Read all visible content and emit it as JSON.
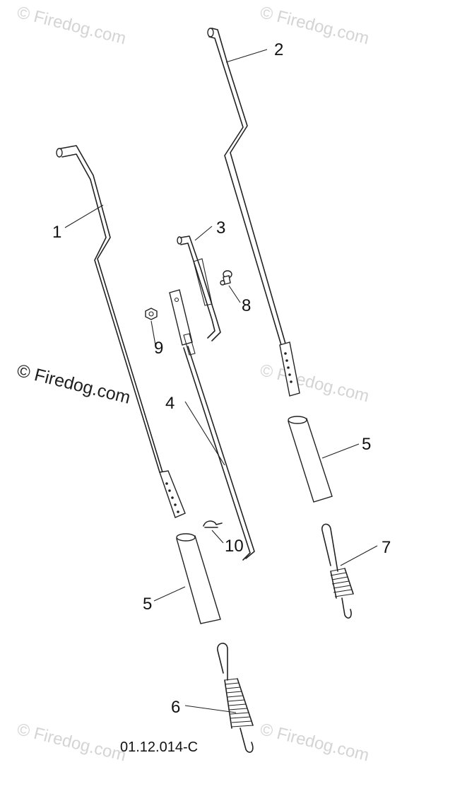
{
  "watermark": {
    "text": "© Firedog.com"
  },
  "drawing_code": "01.12.014-C",
  "callouts": [
    "1",
    "2",
    "3",
    "4",
    "5",
    "5",
    "6",
    "7",
    "8",
    "9",
    "10"
  ],
  "colors": {
    "line": "#222222",
    "watermark": "#d4d4d4",
    "background": "#ffffff"
  }
}
